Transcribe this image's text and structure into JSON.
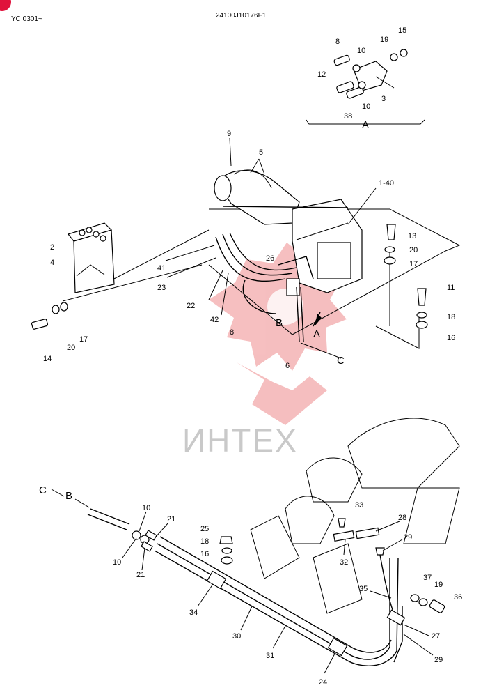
{
  "header": {
    "serial": "YC 0301~",
    "drawing_number": "24100J10176F1"
  },
  "watermark": {
    "text": "ИНТЕХ",
    "color": "#e8474c"
  },
  "detail_label": "A",
  "connection_labels": {
    "a": "A",
    "b": "B",
    "c": "C"
  },
  "callouts": {
    "d_8": "8",
    "d_19": "19",
    "d_15": "15",
    "d_10a": "10",
    "d_12": "12",
    "d_10b": "10",
    "d_3": "3",
    "d_38": "38",
    "p_9": "9",
    "p_5": "5",
    "p_1_40": "1-40",
    "p_2": "2",
    "p_4": "4",
    "p_13": "13",
    "p_20a": "20",
    "p_17a": "17",
    "p_41": "41",
    "p_26": "26",
    "p_23": "23",
    "p_11": "11",
    "p_18a": "18",
    "p_22": "22",
    "p_42": "42",
    "p_16a": "16",
    "p_8": "8",
    "p_14": "14",
    "p_20b": "20",
    "p_17b": "17",
    "p_6": "6",
    "l_10a": "10",
    "l_21a": "21",
    "l_10b": "10",
    "l_21b": "21",
    "l_25": "25",
    "l_18": "18",
    "l_16": "16",
    "l_33": "33",
    "l_28": "28",
    "l_29a": "29",
    "l_32": "32",
    "l_35": "35",
    "l_37": "37",
    "l_19": "19",
    "l_36": "36",
    "l_34": "34",
    "l_30": "30",
    "l_27": "27",
    "l_31": "31",
    "l_29b": "29",
    "l_24": "24"
  }
}
